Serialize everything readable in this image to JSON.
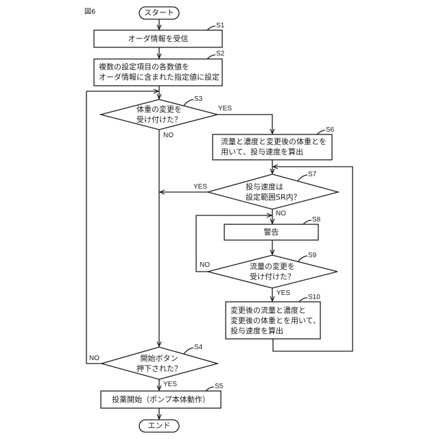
{
  "figure_label": "図6",
  "terminals": {
    "start": "スタート",
    "end": "エンド"
  },
  "steps": {
    "S1": {
      "id": "S1",
      "type": "process",
      "lines": [
        "オーダ情報を受信"
      ]
    },
    "S2": {
      "id": "S2",
      "type": "process",
      "lines": [
        "複数の設定項目の各数値を",
        "オーダ情報に含まれた指定値に設定"
      ]
    },
    "S3": {
      "id": "S3",
      "type": "decision",
      "lines": [
        "体重の変更を",
        "受け付けた？"
      ]
    },
    "S4": {
      "id": "S4",
      "type": "decision",
      "lines": [
        "開始ボタン",
        "押下された？"
      ]
    },
    "S5": {
      "id": "S5",
      "type": "process",
      "lines": [
        "投薬開始（ポンプ本体動作）"
      ]
    },
    "S6": {
      "id": "S6",
      "type": "process",
      "lines": [
        "流量と濃度と変更後の体重とを",
        "用いて、投与速度を算出"
      ]
    },
    "S7": {
      "id": "S7",
      "type": "decision",
      "lines": [
        "投与速度は",
        "設定範囲SR内？"
      ]
    },
    "S8": {
      "id": "S8",
      "type": "process",
      "lines": [
        "警告"
      ]
    },
    "S9": {
      "id": "S9",
      "type": "decision",
      "lines": [
        "流量の変更を",
        "受け付けた？"
      ]
    },
    "S10": {
      "id": "S10",
      "type": "process",
      "lines": [
        "変更後の流量と濃度と",
        "変更後の体重とを用いて、",
        "投与速度を算出"
      ]
    }
  },
  "branch_labels": {
    "yes": "YES",
    "no": "NO"
  },
  "edges": [
    {
      "from": "start",
      "to": "S1"
    },
    {
      "from": "S1",
      "to": "S2"
    },
    {
      "from": "S2",
      "to": "S3"
    },
    {
      "from": "S3",
      "to": "S6",
      "label": "YES"
    },
    {
      "from": "S3",
      "to": "S4",
      "label": "NO"
    },
    {
      "from": "S6",
      "to": "S7"
    },
    {
      "from": "S7",
      "to": "S4",
      "label": "YES"
    },
    {
      "from": "S7",
      "to": "S8",
      "label": "NO"
    },
    {
      "from": "S8",
      "to": "S9"
    },
    {
      "from": "S9",
      "to": "S8",
      "label": "NO"
    },
    {
      "from": "S9",
      "to": "S10",
      "label": "YES"
    },
    {
      "from": "S10",
      "to": "S7"
    },
    {
      "from": "S4",
      "to": "S3",
      "label": "NO"
    },
    {
      "from": "S4",
      "to": "S5",
      "label": "YES"
    },
    {
      "from": "S5",
      "to": "end"
    }
  ]
}
